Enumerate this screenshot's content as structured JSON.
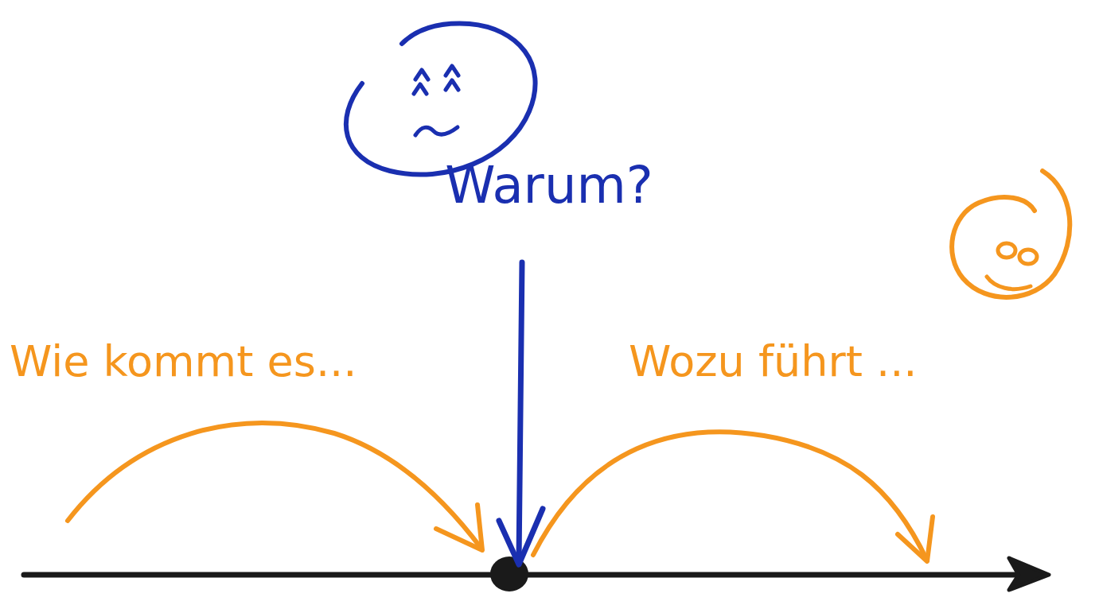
{
  "diagram": {
    "labels": [
      "Warum?",
      "Wie kommt es...",
      "Wozu führt ..."
    ]
  }
}
